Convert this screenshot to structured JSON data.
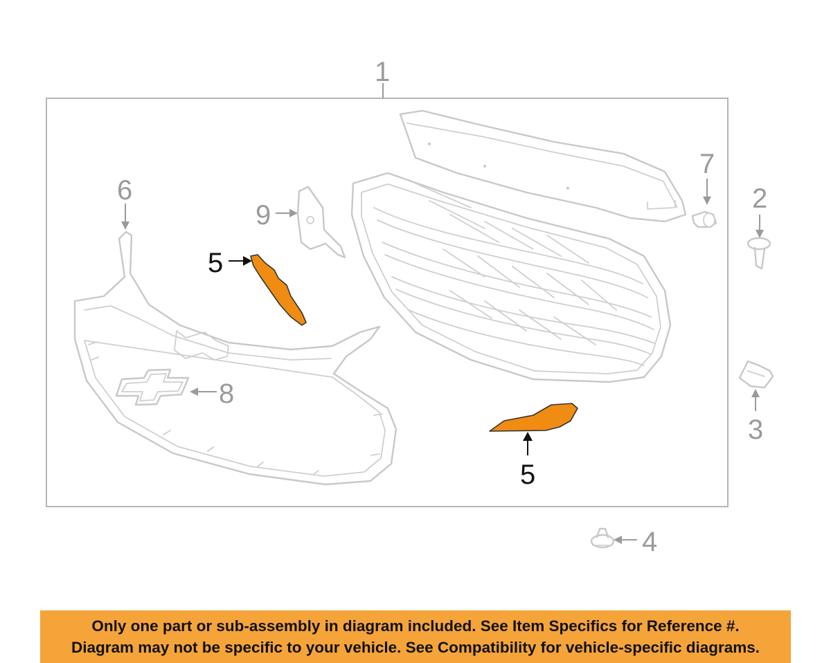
{
  "diagram": {
    "callouts": {
      "assembly": "1",
      "emblem_retainer": "2",
      "bracket": "3",
      "push_clip": "4",
      "highlighted_upper": "5",
      "highlighted_lower": "5",
      "surround_trim": "6",
      "bolt": "7",
      "chevrolet_emblem": "8",
      "side_bracket": "9"
    },
    "colors": {
      "highlight": "#f08c12",
      "outline": "#c8c8c8",
      "callout_grey": "#9a9a9a",
      "callout_black": "#111111",
      "banner": "#f5a43a"
    }
  },
  "notice": {
    "line1": "Only one part or sub-assembly in diagram included. See Item Specifics for Reference #.",
    "line2": "Diagram may not be specific to your vehicle. See Compatibility for vehicle-specific diagrams."
  }
}
